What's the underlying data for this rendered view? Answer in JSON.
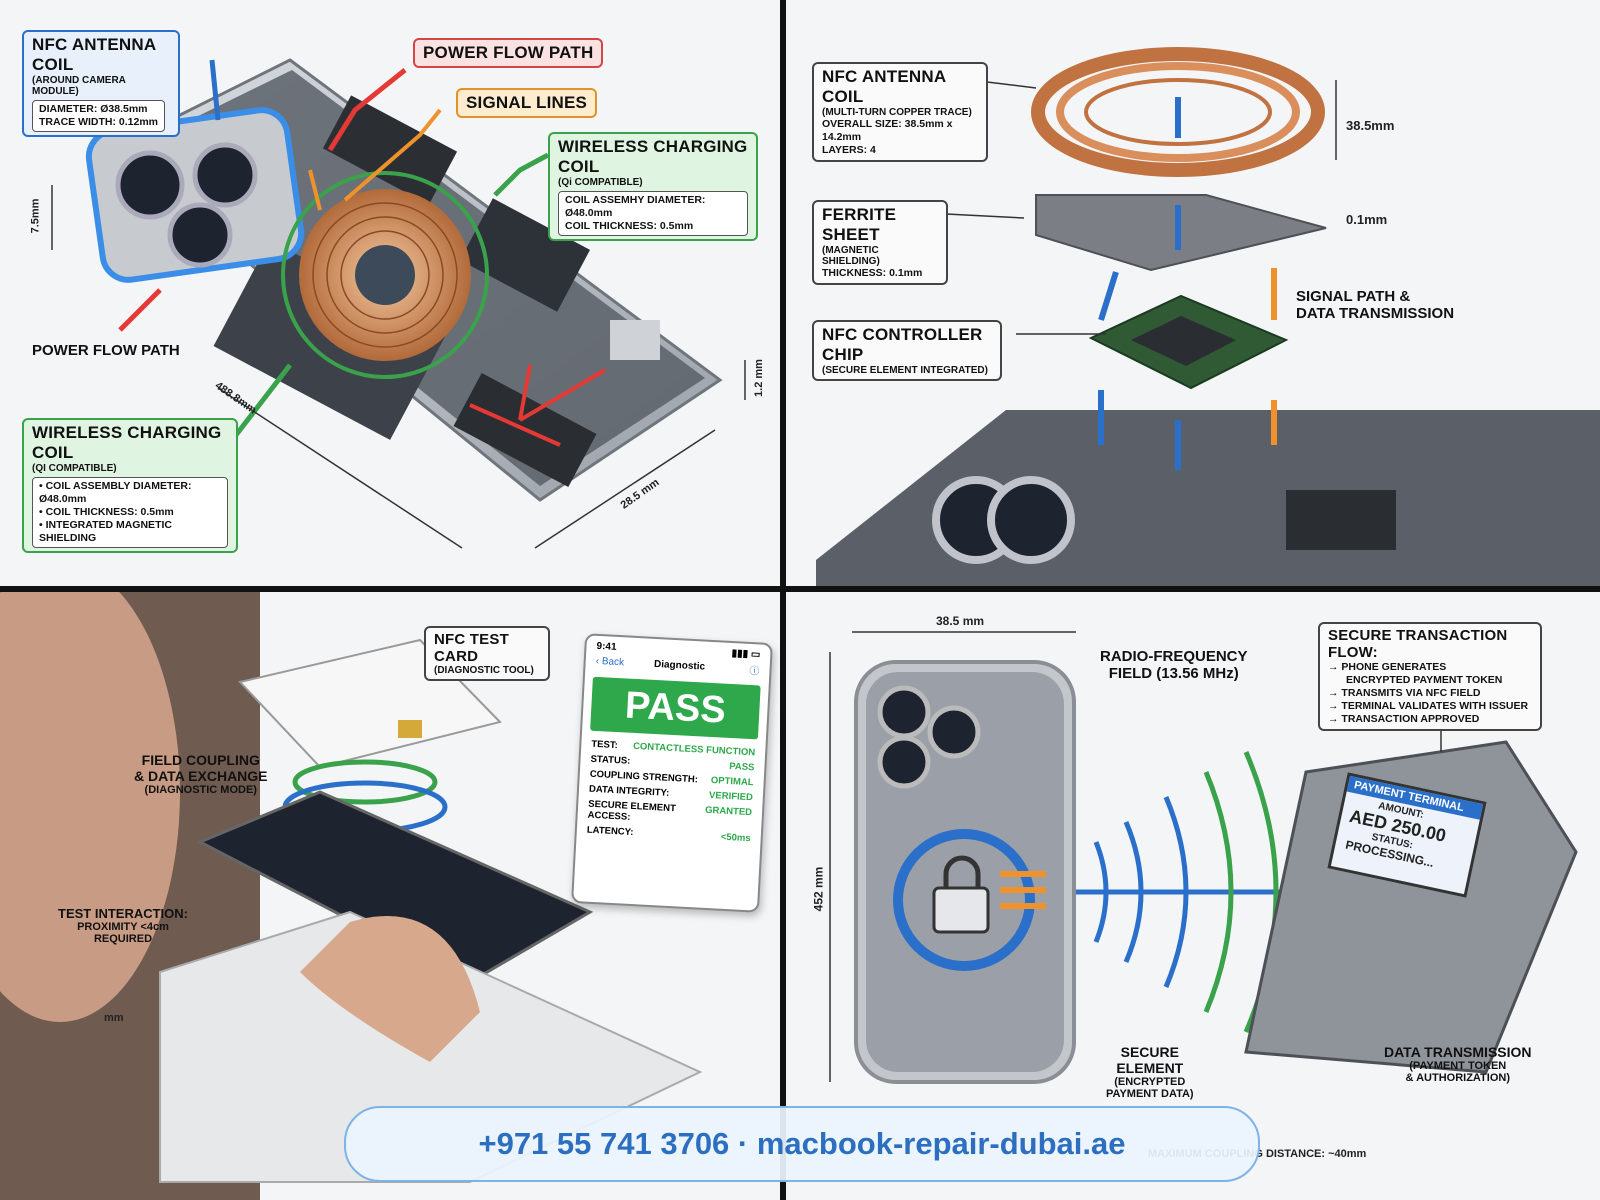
{
  "top_left": {
    "nfc_coil": {
      "title": "NFC ANTENNA COIL",
      "subtitle": "(AROUND CAMERA MODULE)",
      "lines": [
        "DIAMETER: Ø38.5mm",
        "TRACE WIDTH: 0.12mm"
      ]
    },
    "power_flow_top": "POWER FLOW PATH",
    "signal_lines": "SIGNAL LINES",
    "wireless_top": {
      "title": "WIRELESS CHARGING COIL",
      "subtitle": "(Qi COMPATIBLE)",
      "lines": [
        "COIL ASSEMHY DIAMETER: Ø48.0mm",
        "COIL THICKNESS: 0.5mm"
      ]
    },
    "power_flow_left": "POWER FLOW PATH",
    "wireless_bottom": {
      "title": "WIRELESS CHARGING COIL",
      "subtitle": "(QI COMPATIBLE)",
      "lines": [
        "• COIL ASSEMBLY DIAMETER: Ø48.0mm",
        "• COIL THICKNESS: 0.5mm",
        "• INTEGRATED MAGNETIC SHIELDING"
      ]
    },
    "dims": {
      "height": "7.5mm",
      "length": "488.8mm",
      "width": "28.5 mm",
      "thickness": "1.2 mm"
    }
  },
  "top_right": {
    "nfc_coil": {
      "title": "NFC ANTENNA COIL",
      "subtitle": "(MULTI-TURN COPPER TRACE)",
      "lines": [
        "OVERALL SIZE: 38.5mm x 14.2mm",
        "LAYERS: 4"
      ]
    },
    "ferrite": {
      "title": "FERRITE SHEET",
      "subtitle": "(MAGNETIC SHIELDING)",
      "lines": [
        "THICKNESS: 0.1mm"
      ]
    },
    "controller": {
      "title": "NFC CONTROLLER CHIP",
      "subtitle": "(SECURE ELEMENT INTEGRATED)"
    },
    "signal_path": "SIGNAL PATH &",
    "data_tx": "DATA TRANSMISSION",
    "dims": {
      "coil": "38.5mm",
      "sheet": "0.1mm"
    }
  },
  "bottom_left": {
    "test_card": {
      "title": "NFC TEST CARD",
      "subtitle": "(DIAGNOSTIC TOOL)"
    },
    "field_coupling": [
      "FIELD COUPLING",
      "& DATA EXCHANGE",
      "(DIAGNOSTIC MODE)"
    ],
    "test_interaction": [
      "TEST INTERACTION:",
      "PROXIMITY <4cm",
      "REQUIRED"
    ],
    "mm": "mm",
    "screen": {
      "time": "9:41",
      "back": "Back",
      "title": "Diagnostic",
      "result": "PASS",
      "rows": [
        {
          "k": "TEST:",
          "v": "CONTACTLESS FUNCTION"
        },
        {
          "k": "STATUS:",
          "v": "PASS"
        },
        {
          "k": "COUPLING STRENGTH:",
          "v": "OPTIMAL"
        },
        {
          "k": "DATA INTEGRITY:",
          "v": "VERIFIED"
        },
        {
          "k": "SECURE ELEMENT ACCESS:",
          "v": "GRANTED"
        },
        {
          "k": "LATENCY:",
          "v": "<50ms"
        }
      ]
    }
  },
  "bottom_right": {
    "width_dim": "38.5 mm",
    "height_dim": "452 mm",
    "rf_field": [
      "RADIO-FREQUENCY",
      "FIELD (13.56 MHz)"
    ],
    "flow": {
      "title": "SECURE TRANSACTION FLOW:",
      "steps": [
        "→ PHONE GENERATES",
        "ENCRYPTED PAYMENT TOKEN",
        "→ TRANSMITS VIA NFC FIELD",
        "→ TERMINAL VALIDATES WITH ISSUER",
        "→ TRANSACTION APPROVED"
      ]
    },
    "terminal": {
      "header": "PAYMENT TERMINAL",
      "amount_label": "AMOUNT:",
      "amount": "AED 250.00",
      "status_label": "STATUS:",
      "status": "PROCESSING..."
    },
    "secure_element": [
      "SECURE",
      "ELEMENT",
      "(ENCRYPTED",
      "PAYMENT DATA)"
    ],
    "data_transmission": [
      "DATA TRANSMISSION",
      "(PAYMENT TOKEN",
      "& AUTHORIZATION)"
    ],
    "distance": "MAXIMUM COUPLING DISTANCE: ~40mm"
  },
  "footer": "+971 55 741 3706 · macbook-repair-dubai.ae"
}
